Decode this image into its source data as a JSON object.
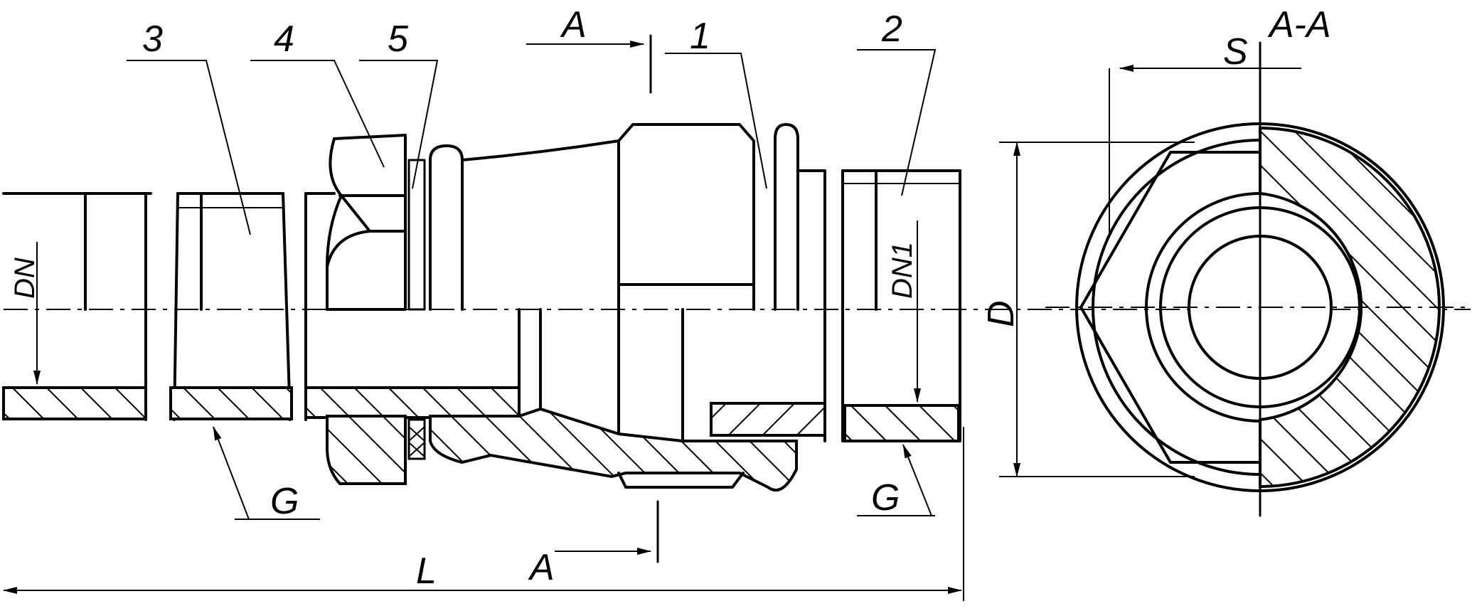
{
  "labels": {
    "part_1": "1",
    "part_2": "2",
    "part_3": "3",
    "part_4": "4",
    "part_5": "5",
    "section_mark_top": "A",
    "section_mark_bottom": "A",
    "section_title": "A-A",
    "dim_dn": "DN",
    "dim_dn1": "DN1",
    "dim_d": "D",
    "dim_s": "S",
    "dim_l": "L",
    "thread_left": "G",
    "thread_right": "G"
  }
}
